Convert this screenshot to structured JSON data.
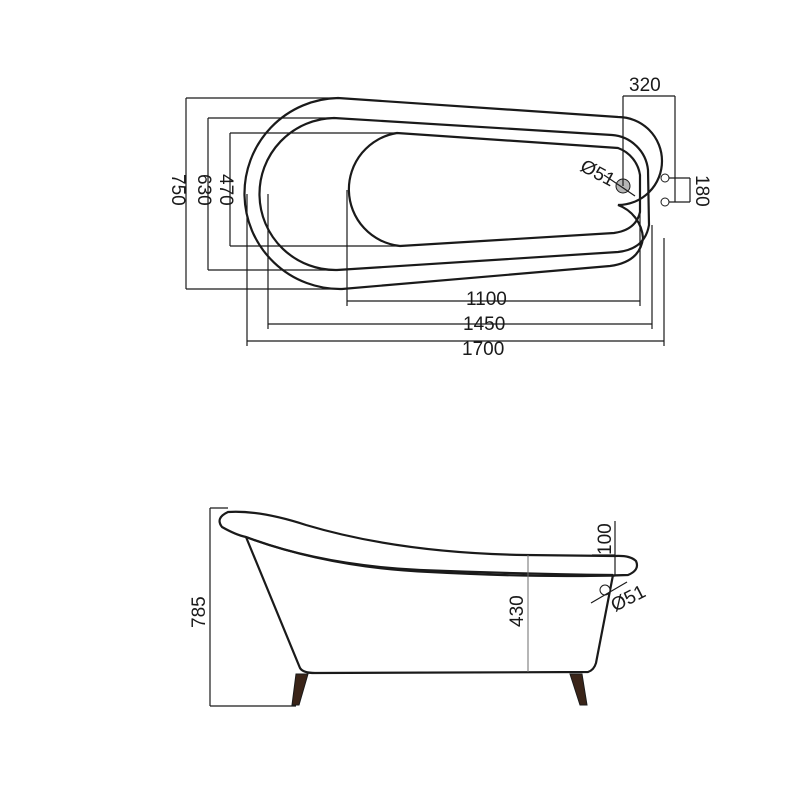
{
  "top_view": {
    "dimensions": {
      "width_320": "320",
      "height_180": "180",
      "diameter_51": "Ø51",
      "height_750": "750",
      "height_630": "630",
      "height_470": "470",
      "length_1100": "1100",
      "length_1450": "1450",
      "length_1700": "1700"
    }
  },
  "side_view": {
    "dimensions": {
      "height_785": "785",
      "height_430": "430",
      "height_100": "100",
      "diameter_51": "Ø51"
    }
  }
}
